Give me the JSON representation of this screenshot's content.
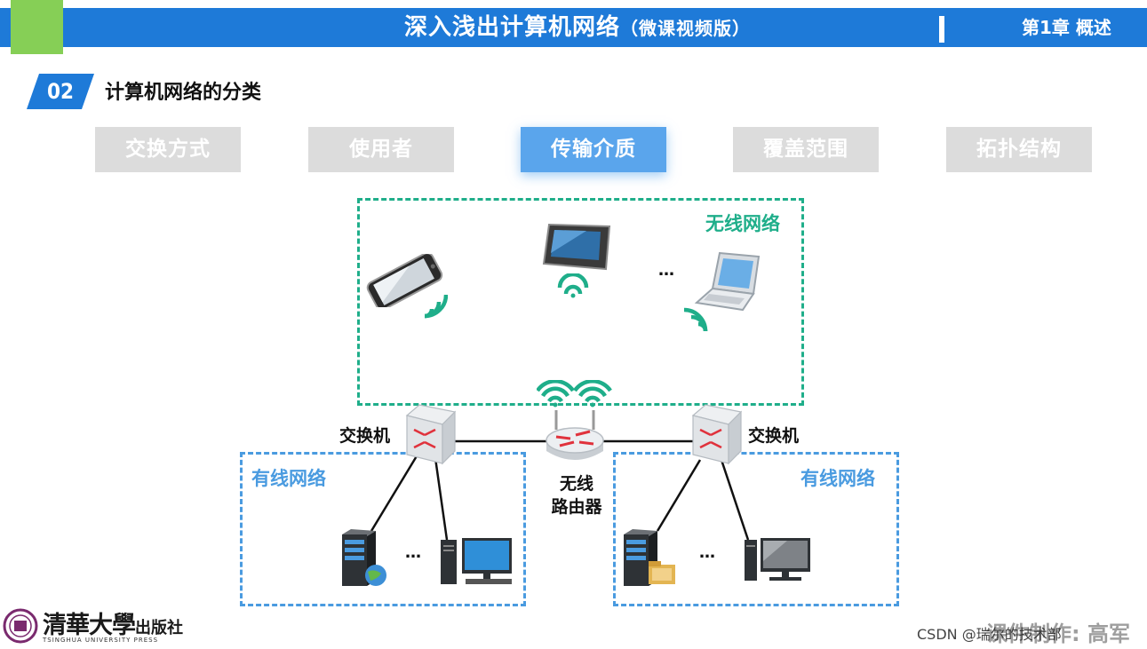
{
  "header": {
    "title": "深入浅出计算机网络",
    "title_sub": "（微课视频版）",
    "chapter": "第1章 概述"
  },
  "section": {
    "number": "02",
    "title": "计算机网络的分类"
  },
  "tabs": [
    {
      "label": "交换方式",
      "active": false
    },
    {
      "label": "使用者",
      "active": false
    },
    {
      "label": "传输介质",
      "active": true
    },
    {
      "label": "覆盖范围",
      "active": false
    },
    {
      "label": "拓扑结构",
      "active": false
    }
  ],
  "diagram": {
    "wireless_zone_label": "无线网络",
    "wired_left_label": "有线网络",
    "wired_right_label": "有线网络",
    "switch_left_label": "交换机",
    "switch_right_label": "交换机",
    "router_label_line1": "无线",
    "router_label_line2": "路由器",
    "ellipsis": "…"
  },
  "colors": {
    "header_blue": "#1e7ad8",
    "accent_green": "#86cf56",
    "wireless_green": "#1fae8a",
    "wired_blue": "#4a9be0",
    "tab_inactive": "#dcdcdc",
    "tab_active": "#5aa5ec"
  },
  "footer": {
    "publisher_cn": "清華大學",
    "publisher_cn2": "出版社",
    "publisher_en": "TSINGHUA UNIVERSITY PRESS",
    "watermark": "CSDN @瑞尔的技术部",
    "credit": "课件制作: 高军"
  }
}
